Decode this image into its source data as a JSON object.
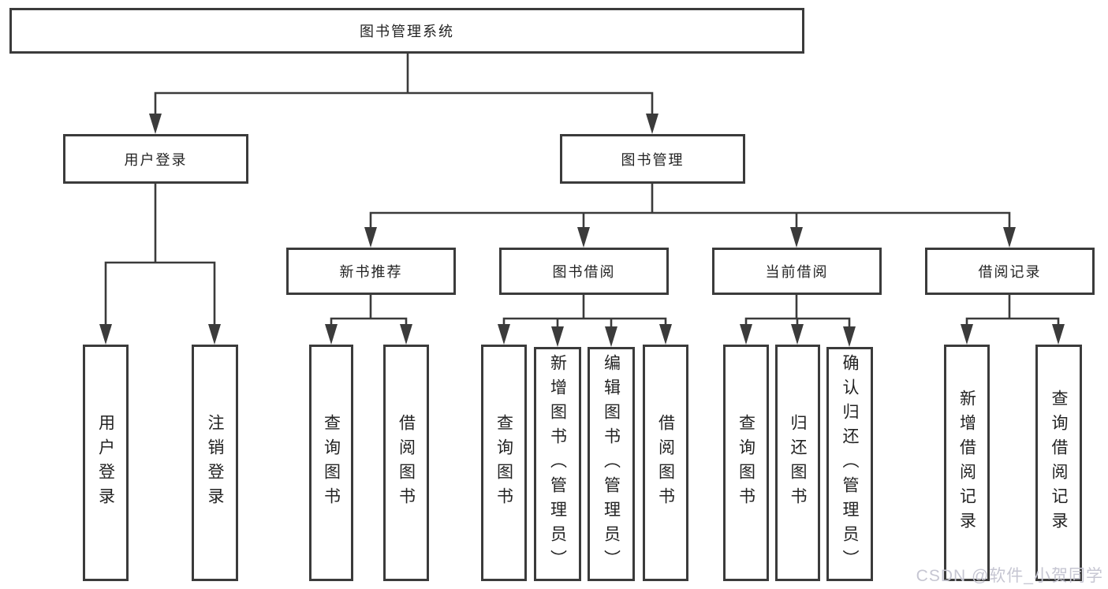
{
  "diagram": {
    "type": "hierarchy-tree",
    "line_color": "#3b3b3b",
    "node_bg_color": "#ffffff",
    "text_color": "#232323",
    "root": {
      "label": "图书管理系统"
    },
    "branches": [
      {
        "label": "用户登录",
        "children": [
          {
            "label": "用户登录"
          },
          {
            "label": "注销登录"
          }
        ]
      },
      {
        "label": "图书管理",
        "children": [
          {
            "label": "新书推荐",
            "children": [
              {
                "label": "查询图书"
              },
              {
                "label": "借阅图书"
              }
            ]
          },
          {
            "label": "图书借阅",
            "children": [
              {
                "label": "查询图书"
              },
              {
                "label": "新增图书（管理员）"
              },
              {
                "label": "编辑图书（管理员）"
              },
              {
                "label": "借阅图书"
              }
            ]
          },
          {
            "label": "当前借阅",
            "children": [
              {
                "label": "查询图书"
              },
              {
                "label": "归还图书"
              },
              {
                "label": "确认归还（管理员）"
              }
            ]
          },
          {
            "label": "借阅记录",
            "children": [
              {
                "label": "新增借阅记录"
              },
              {
                "label": "查询借阅记录"
              }
            ]
          }
        ]
      }
    ]
  },
  "watermark": {
    "text": "CSDN @软件_小贺同学",
    "color": "#c6c6d2"
  }
}
